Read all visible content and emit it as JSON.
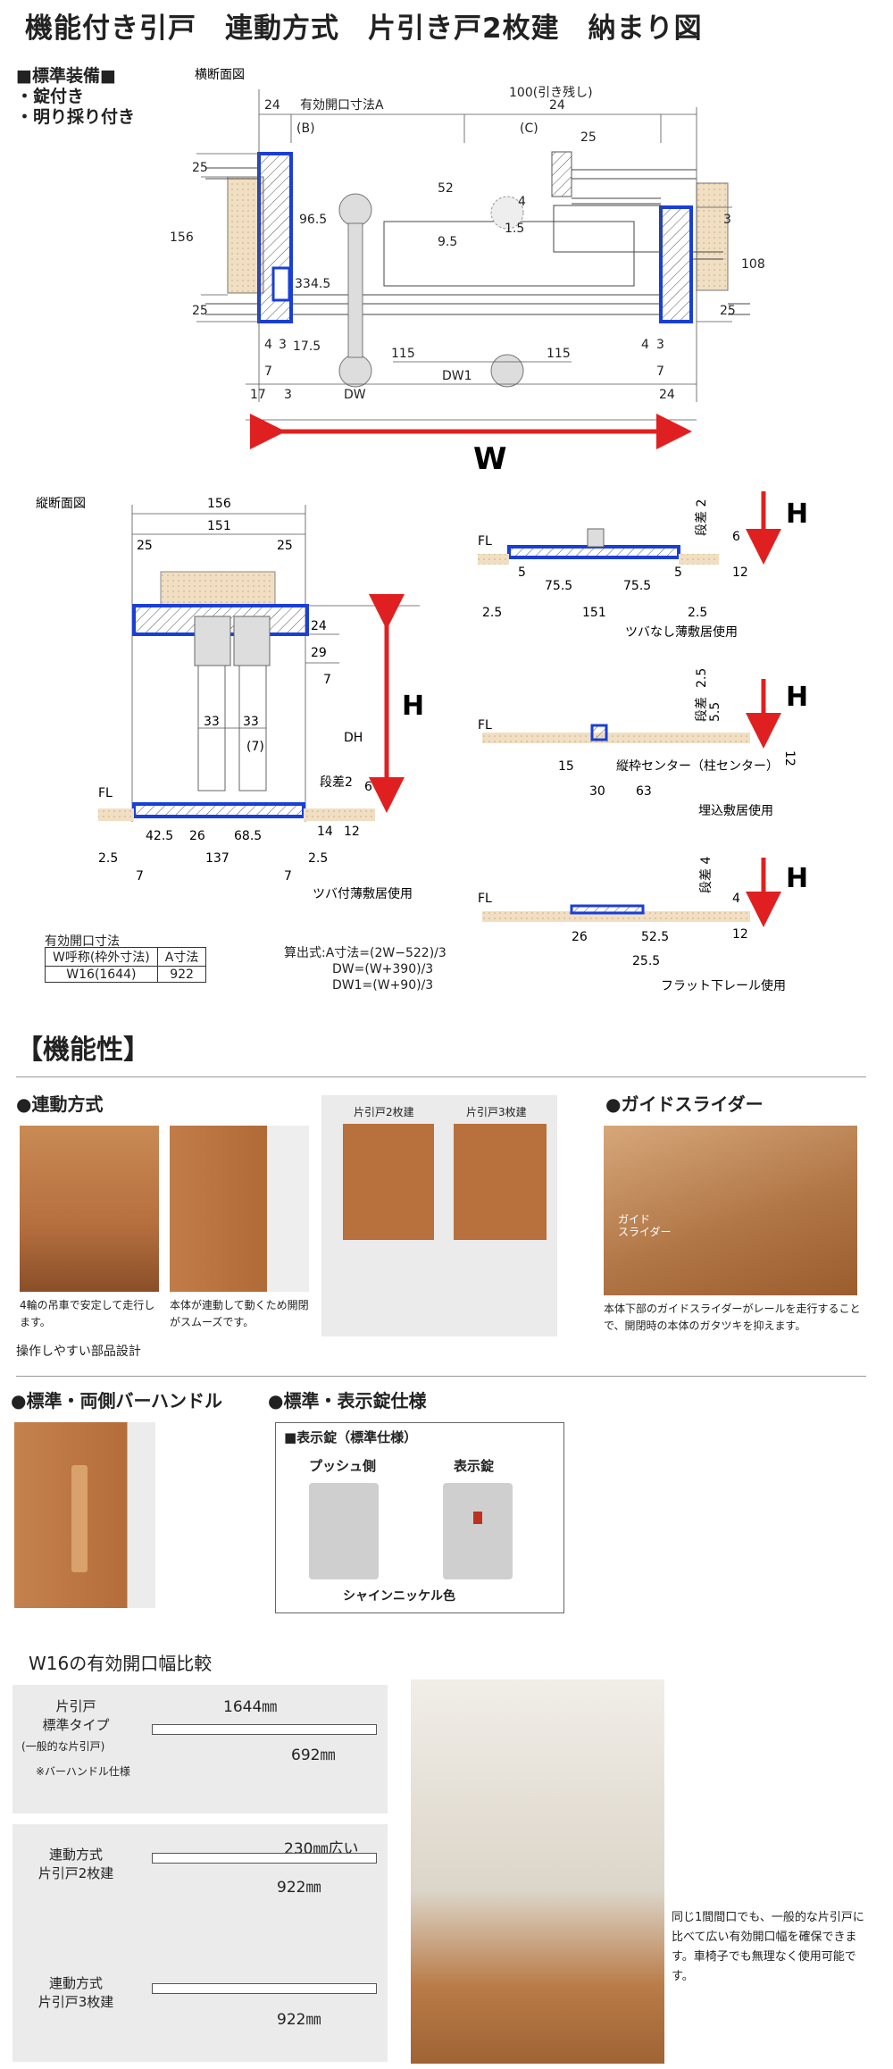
{
  "title": "機能付き引戸　連動方式　片引き戸2枚建　納まり図",
  "equipment": {
    "heading": "■標準装備■",
    "items": [
      "・錠付き",
      "・明り採り付き"
    ]
  },
  "plan": {
    "label": "横断面図",
    "dims": {
      "d24a": "24",
      "d24b": "24",
      "d24c": "24",
      "effA": "有効開口寸法A",
      "d100": "100(引き残し)",
      "B": "(B)",
      "C": "(C)",
      "d25a": "25",
      "d25b": "25",
      "d25c": "25",
      "d25d": "25",
      "d156": "156",
      "d96_5": "96.5",
      "d52": "52",
      "d4a": "4",
      "d9_5": "9.5",
      "d1_5": "1.5",
      "d3a": "3",
      "d108": "108",
      "d33": "33",
      "d4_5": "4.5",
      "d4b": "4",
      "d3b": "3",
      "d17_5": "17.5",
      "d115a": "115",
      "d115b": "115",
      "d4c": "4",
      "d3c": "3",
      "d7a": "7",
      "d7b": "7",
      "dw1": "DW1",
      "d17": "17",
      "d3d": "3",
      "dw": "DW",
      "d24d": "24",
      "W": "W"
    }
  },
  "vertical": {
    "label": "縦断面図",
    "dims": {
      "d156": "156",
      "d151": "151",
      "d25a": "25",
      "d25b": "25",
      "d24": "24",
      "d29": "29",
      "d7": "7",
      "d33a": "33",
      "d33b": "33",
      "p7": "(7)",
      "dh": "DH",
      "step2": "段差2",
      "d6": "6",
      "fl": "FL",
      "d42_5": "42.5",
      "d26": "26",
      "d68_5": "68.5",
      "d14": "14",
      "d12": "12",
      "d2_5a": "2.5",
      "d137": "137",
      "d2_5b": "2.5",
      "d7a": "7",
      "d7b": "7",
      "H": "H",
      "caption": "ツバ付薄敷居使用"
    }
  },
  "sill1": {
    "fl": "FL",
    "step": "段差 2",
    "d6": "6",
    "d12": "12",
    "d5a": "5",
    "d75_5a": "75.5",
    "d75_5b": "75.5",
    "d5b": "5",
    "d2_5a": "2.5",
    "d151": "151",
    "d2_5b": "2.5",
    "H": "H",
    "caption": "ツバなし薄敷居使用"
  },
  "sill2": {
    "fl": "FL",
    "step": "段差",
    "d2_5": "2.5",
    "d5_5": "5.5",
    "d12": "12",
    "d15": "15",
    "center": "縦枠センター（柱センター）",
    "d30": "30",
    "d63": "63",
    "H": "H",
    "caption": "埋込敷居使用"
  },
  "sill3": {
    "fl": "FL",
    "step": "段差 4",
    "d4": "4",
    "d12": "12",
    "d26": "26",
    "d52_5": "52.5",
    "d25_5": "25.5",
    "H": "H",
    "caption": "フラット下レール使用"
  },
  "spec_table": {
    "caption": "有効開口寸法",
    "headers": [
      "W呼称(枠外寸法)",
      "A寸法"
    ],
    "rows": [
      [
        "W16(1644)",
        "922"
      ]
    ]
  },
  "formula": {
    "line1": "算出式:A寸法=(2W−522)/3",
    "line2": "DW=(W+390)/3",
    "line3": "DW1=(W+90)/3"
  },
  "features": {
    "heading": "【機能性】",
    "linked": {
      "title": "●連動方式",
      "cap1": "4輪の吊車で安定して走行します。",
      "cap2": "本体が連動して動くため開閉がスムーズです。",
      "panel_a": "片引戸2枚建",
      "panel_b": "片引戸3枚建",
      "design": "操作しやすい部品設計"
    },
    "guide": {
      "title": "●ガイドスライダー",
      "label": "ガイド\nスライダー",
      "caption": "本体下部のガイドスライダーがレールを走行することで、開閉時の本体のガタツキを抑えます。"
    },
    "handle": {
      "title": "●標準・両側バーハンドル"
    },
    "lock": {
      "title": "●標準・表示錠仕様",
      "box_title": "■表示錠（標準仕様）",
      "push": "プッシュ側",
      "indicator": "表示錠",
      "color": "シャインニッケル色"
    }
  },
  "compare": {
    "title": "W16の有効開口幅比較",
    "r1": {
      "name": "片引戸\n標準タイプ",
      "sub": "(一般的な片引戸)",
      "note": "※バーハンドル仕様",
      "width": "1644㎜",
      "open": "692㎜"
    },
    "diff": "230㎜広い",
    "r2": {
      "name": "連動方式\n片引戸2枚建",
      "open": "922㎜"
    },
    "r3": {
      "name": "連動方式\n片引戸3枚建",
      "open": "922㎜"
    },
    "caption": "同じ1間間口でも、一般的な片引戸に比べて広い有効開口幅を確保できます。車椅子でも無理なく使用可能です。"
  }
}
